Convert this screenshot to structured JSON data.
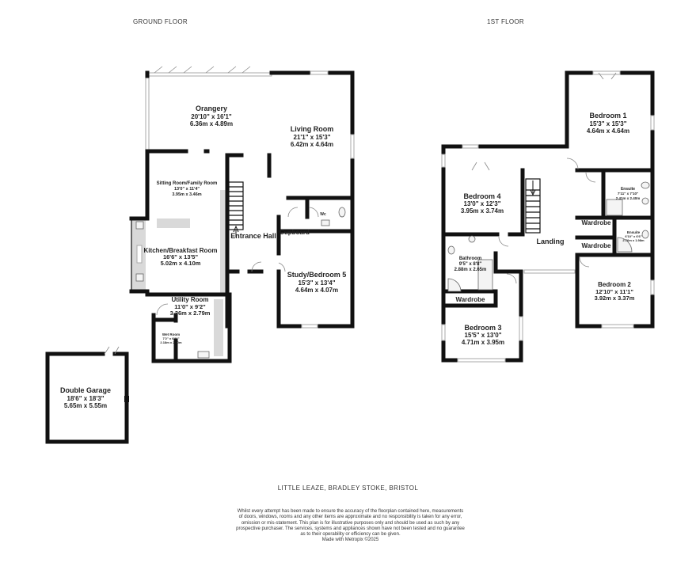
{
  "floors": {
    "ground": "GROUND FLOOR",
    "first": "1ST FLOOR"
  },
  "rooms": {
    "orangery": {
      "name": "Orangery",
      "dim_imperial": "20'10\" x 16'1\"",
      "dim_metric": "6.36m x 4.89m"
    },
    "living_room": {
      "name": "Living Room",
      "dim_imperial": "21'1\" x 15'3\"",
      "dim_metric": "6.42m x 4.64m"
    },
    "sitting_room": {
      "name": "Sitting Room/Family Room",
      "dim_imperial": "13'0\" x 11'4\"",
      "dim_metric": "3.95m x 3.46m"
    },
    "wc": {
      "name": "Wc"
    },
    "cupboard": {
      "name": "Cupboard"
    },
    "entrance_hall": {
      "name": "Entrance Hall"
    },
    "kitchen": {
      "name": "Kitchen/Breakfast Room",
      "dim_imperial": "16'6\" x 13'5\"",
      "dim_metric": "5.02m x 4.10m"
    },
    "study": {
      "name": "Study/Bedroom 5",
      "dim_imperial": "15'3\" x 13'4\"",
      "dim_metric": "4.64m x 4.07m"
    },
    "utility": {
      "name": "Utility Room",
      "dim_imperial": "11'0\" x 9'2\"",
      "dim_metric": "3.36m x 2.79m"
    },
    "wet_room": {
      "name": "Wet Room",
      "dim_imperial": "7'2\" x 6'11\"",
      "dim_metric": "2.18m x 2.10m"
    },
    "garage": {
      "name": "Double Garage",
      "dim_imperial": "18'6\" x 18'3\"",
      "dim_metric": "5.65m x 5.55m"
    },
    "bedroom1": {
      "name": "Bedroom 1",
      "dim_imperial": "15'3\" x 15'3\"",
      "dim_metric": "4.64m x 4.64m"
    },
    "ensuite1": {
      "name": "Ensuite",
      "dim_imperial": "7'11\" x 7'10\"",
      "dim_metric": "2.41m x 2.40m"
    },
    "bedroom4": {
      "name": "Bedroom 4",
      "dim_imperial": "13'0\" x 12'3\"",
      "dim_metric": "3.95m x 3.74m"
    },
    "wardrobe_a": {
      "name": "Wardrobe"
    },
    "ensuite2": {
      "name": "Ensuite",
      "dim_imperial": "6'10\" x 6'6\"",
      "dim_metric": "2.76m x 1.98m"
    },
    "landing": {
      "name": "Landing"
    },
    "wardrobe_b": {
      "name": "Wardrobe"
    },
    "bathroom": {
      "name": "Bathroom",
      "dim_imperial": "9'5\" x 8'8\"",
      "dim_metric": "2.88m x 2.65m"
    },
    "bedroom2": {
      "name": "Bedroom 2",
      "dim_imperial": "12'10\" x 11'1\"",
      "dim_metric": "3.92m x 3.37m"
    },
    "wardrobe_c": {
      "name": "Wardrobe"
    },
    "bedroom3": {
      "name": "Bedroom 3",
      "dim_imperial": "15'5\" x 13'0\"",
      "dim_metric": "4.71m x 3.95m"
    }
  },
  "address": "LITTLE LEAZE, BRADLEY STOKE, BRISTOL",
  "disclaimer": {
    "l1": "Whilst every attempt has been made to ensure the accuracy of the floorplan contained here, measurements",
    "l2": "of doors, windows, rooms and any other items are approximate and no responsibility is taken for any error,",
    "l3": "omission or mis-statement. This plan is for illustrative purposes only and should be used as such by any",
    "l4": "prospective purchaser. The services, systems and appliances shown have not been tested and no guarantee",
    "l5": "as to their operability or efficiency can be given.",
    "l6": "Made with Metropix ©2025"
  }
}
